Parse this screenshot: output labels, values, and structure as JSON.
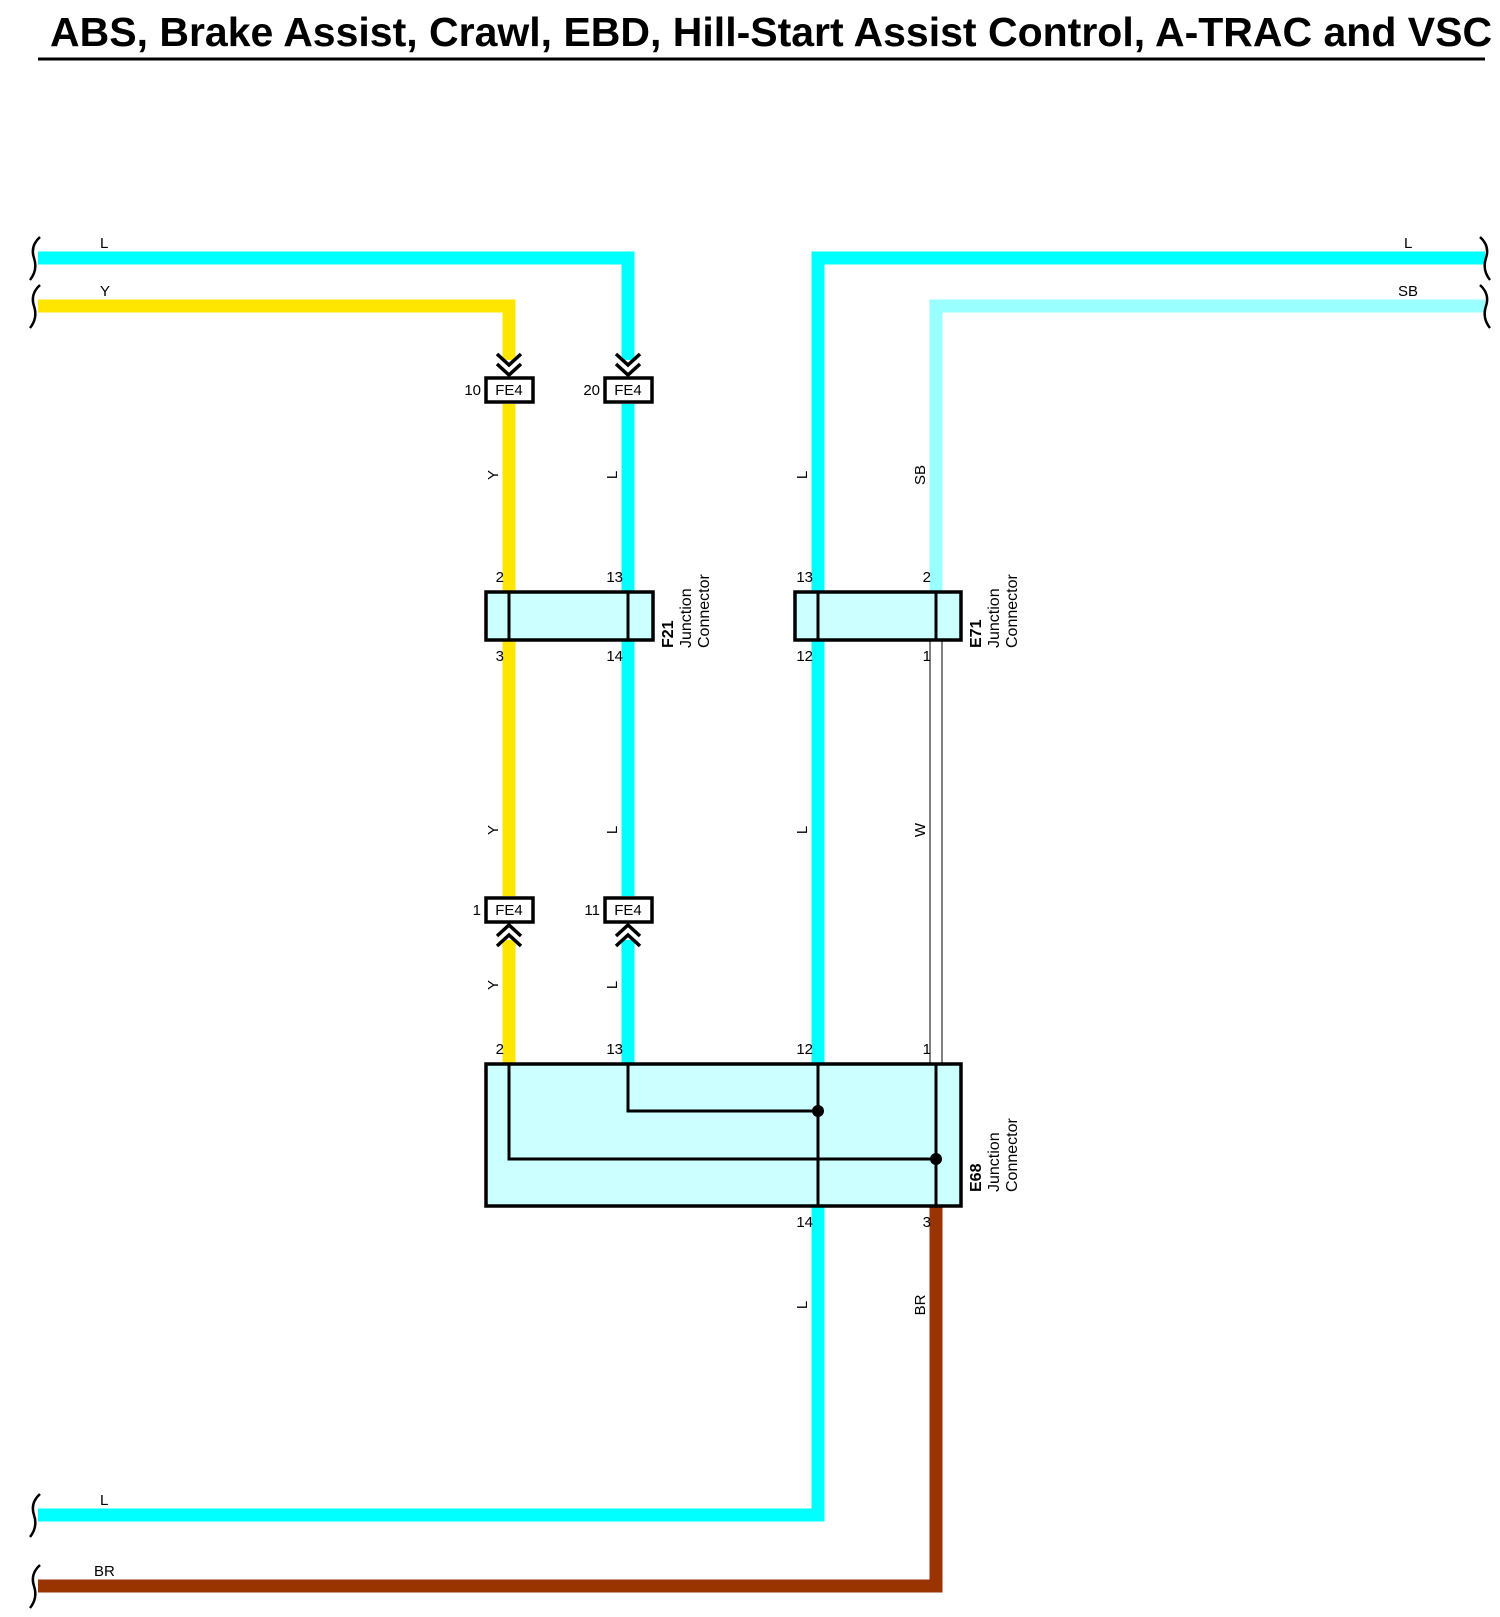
{
  "title": "ABS, Brake Assist, Crawl, EBD, Hill-Start Assist Control, A-TRAC and VSC",
  "colors": {
    "L": "#00ffff",
    "Y": "#ffe600",
    "SB": "#99ffff",
    "W": "#ffffff",
    "BR": "#993300",
    "connector_fill": "#ccffff"
  },
  "wires": {
    "top_left_L": "L",
    "top_left_Y": "Y",
    "top_right_L": "L",
    "top_right_SB": "SB",
    "bottom_left_L": "L",
    "bottom_left_BR": "BR",
    "y_upper": "Y",
    "l_upper": "L",
    "l_right_upper": "L",
    "sb_upper": "SB",
    "y_mid": "Y",
    "l_mid": "L",
    "l_right_mid": "L",
    "w_mid": "W",
    "y_lower": "Y",
    "l_lower": "L",
    "l_right_lower": "L",
    "br_lower": "BR"
  },
  "inline_connectors": [
    {
      "pin": "10",
      "name": "FE4"
    },
    {
      "pin": "20",
      "name": "FE4"
    },
    {
      "pin": "1",
      "name": "FE4"
    },
    {
      "pin": "11",
      "name": "FE4"
    }
  ],
  "junction_connectors": {
    "F21": {
      "name": "F21",
      "line1": "Junction",
      "line2": "Connector",
      "pins": {
        "top_left": "2",
        "top_right": "13",
        "bottom_left": "3",
        "bottom_right": "14"
      }
    },
    "E71": {
      "name": "E71",
      "line1": "Junction",
      "line2": "Connector",
      "pins": {
        "top_left": "13",
        "top_right": "2",
        "bottom_left": "12",
        "bottom_right": "1"
      }
    },
    "E68": {
      "name": "E68",
      "line1": "Junction",
      "line2": "Connector",
      "pins": {
        "top_y": "2",
        "top_l": "13",
        "top_l2": "12",
        "top_w": "1",
        "bottom_l": "14",
        "bottom_br": "3"
      }
    }
  }
}
